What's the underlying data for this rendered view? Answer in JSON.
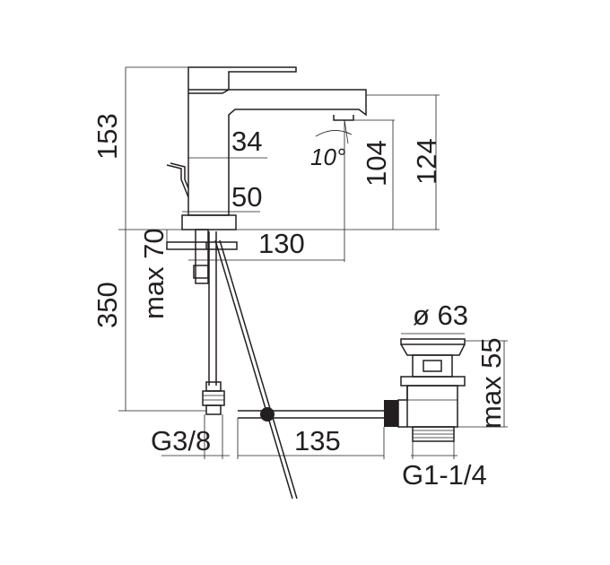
{
  "dimensions": {
    "height_total": "153",
    "spout_height": "124",
    "spout_clearance": "104",
    "lever_offset": "34",
    "base_width": "50",
    "reach": "130",
    "deck_thickness": "max 70",
    "hose_length": "350",
    "inlet_thread": "G3/8",
    "rod_length": "135",
    "drain_diameter": "ø 63",
    "drain_height": "max 55",
    "drain_thread": "G1-1/4",
    "spout_angle": "10°"
  },
  "colors": {
    "line": "#231f20",
    "background": "#ffffff"
  }
}
